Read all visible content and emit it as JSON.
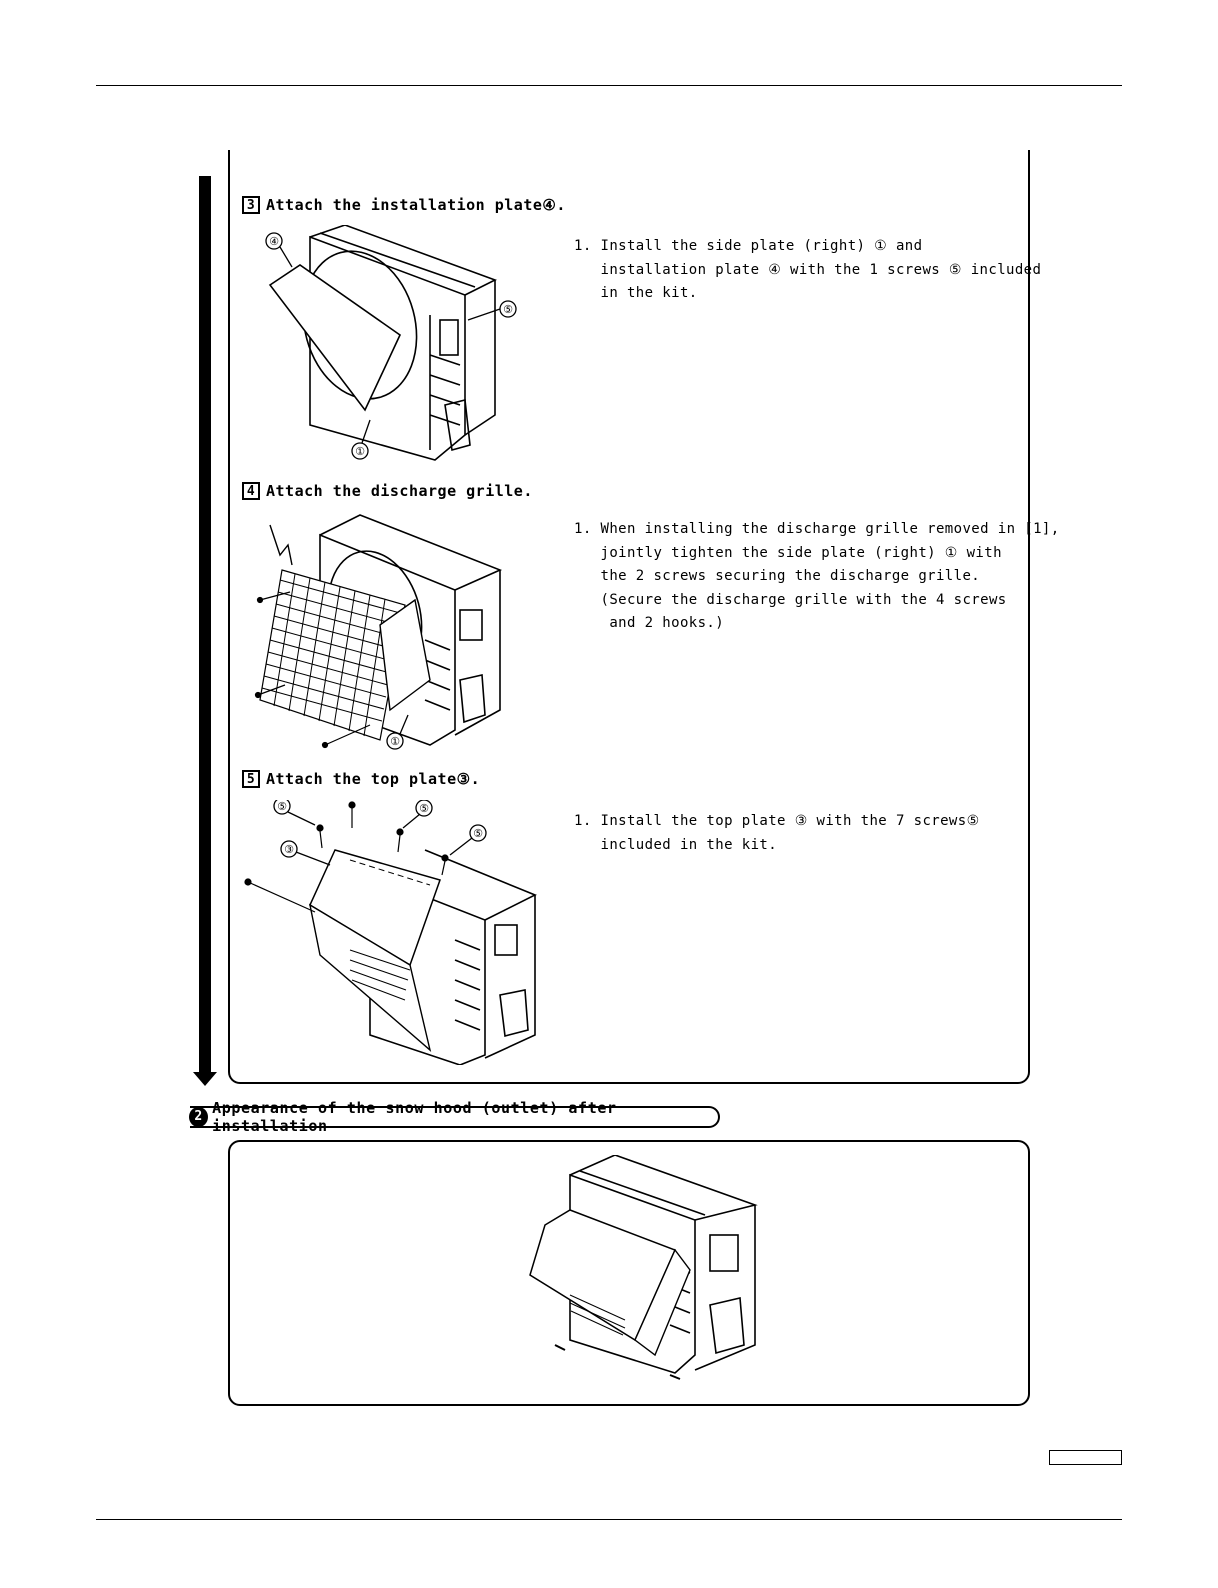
{
  "steps": [
    {
      "number": "3",
      "title": "Attach the installation plate④.",
      "instructions": [
        "1. Install the side plate (right) ① and",
        "   installation plate ④ with the 1 screws ⑤ included",
        "   in the kit."
      ],
      "callouts": [
        "④",
        "⑤",
        "①"
      ]
    },
    {
      "number": "4",
      "title": "Attach the discharge grille.",
      "instructions": [
        "1. When installing the discharge grille removed in [1],",
        "   jointly tighten the side plate (right) ① with",
        "   the 2 screws securing the discharge grille.",
        "   (Secure the discharge grille with the 4 screws",
        "    and 2 hooks.)"
      ],
      "callouts": [
        "①"
      ]
    },
    {
      "number": "5",
      "title": "Attach the top plate③.",
      "instructions": [
        "1. Install the top plate ③ with the 7 screws⑤",
        "   included in the kit."
      ],
      "callouts": [
        "⑤",
        "⑤",
        "⑤",
        "③"
      ]
    }
  ],
  "section": {
    "badge": "❷",
    "title": "Appearance of the snow hood (outlet) after installation"
  }
}
